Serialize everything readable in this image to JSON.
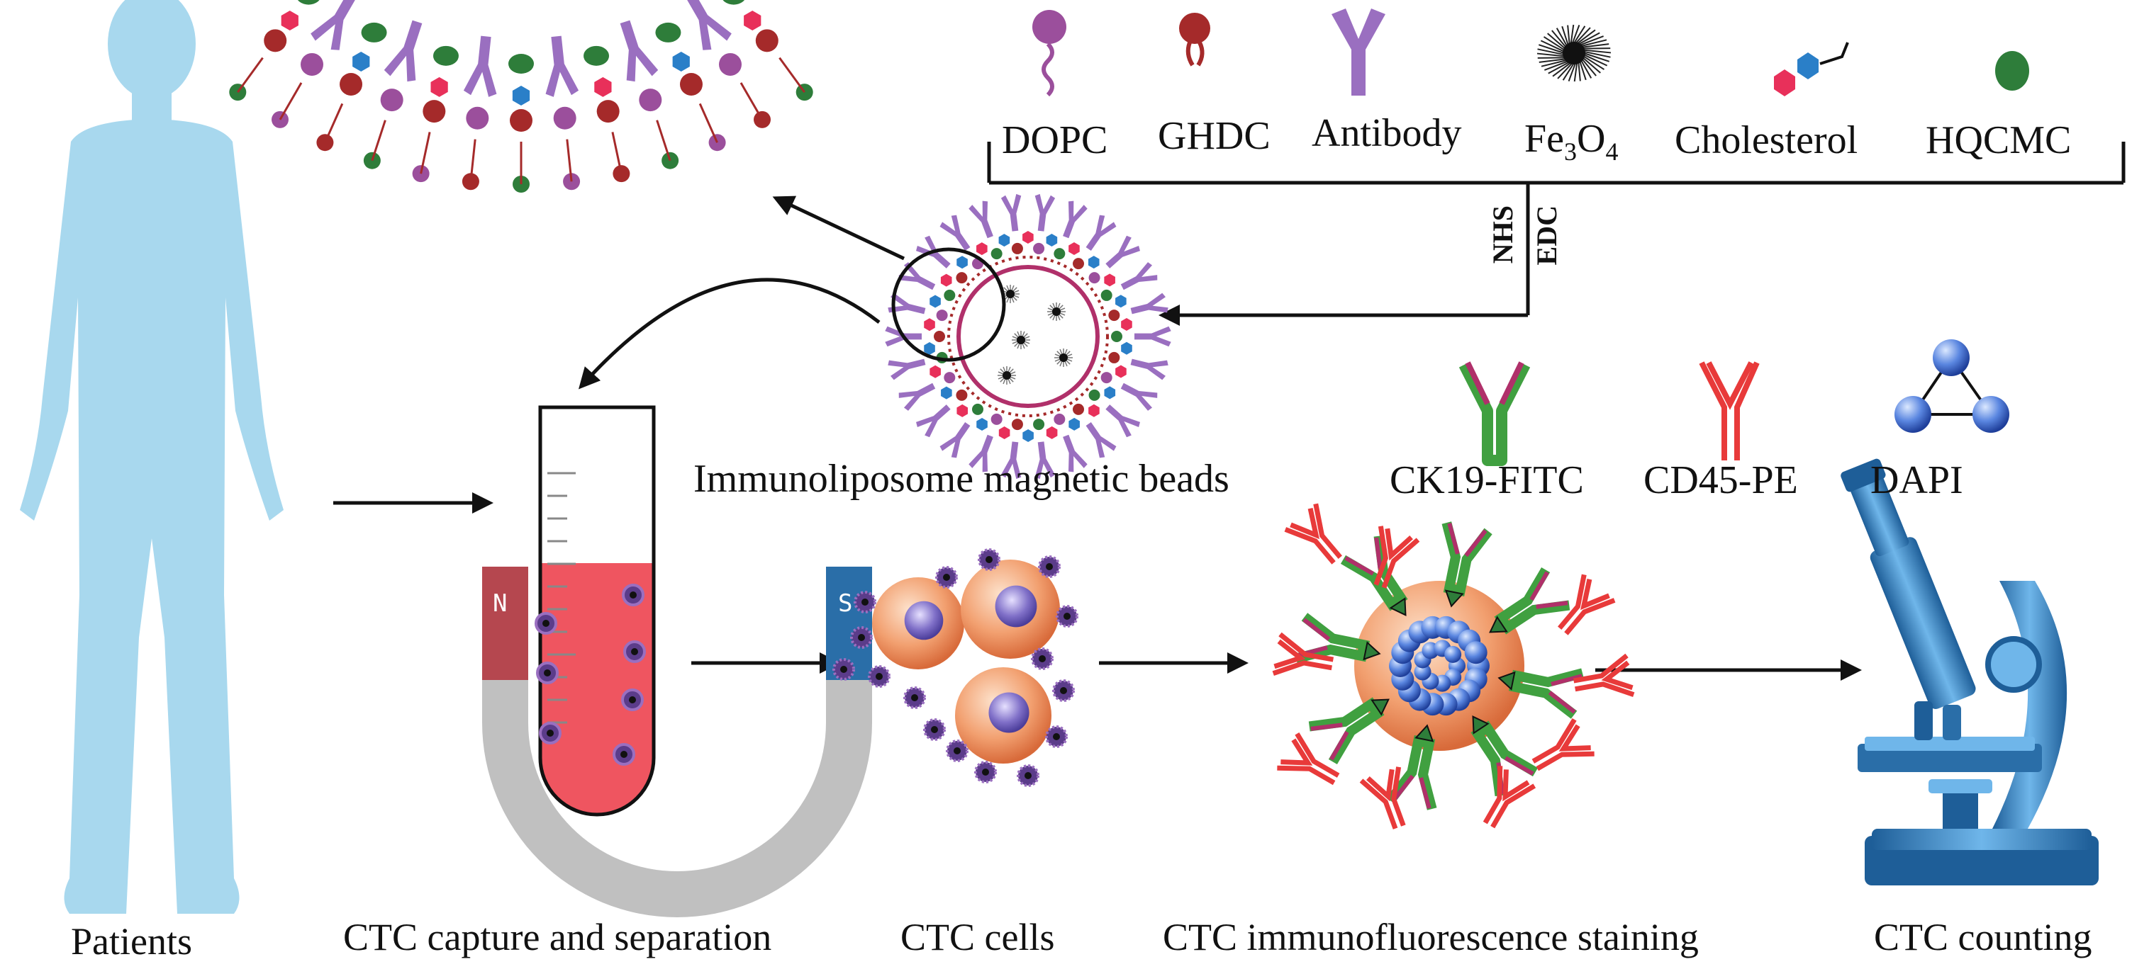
{
  "legend": {
    "dopc": "DOPC",
    "ghdc": "GHDC",
    "antibody": "Antibody",
    "fe3o4_main": "Fe",
    "fe3o4_sub3": "3",
    "fe3o4_o": "O",
    "fe3o4_sub4": "4",
    "cholesterol": "Cholesterol",
    "hqcmc": "HQCMC"
  },
  "reagents": {
    "nhs": "NHS",
    "edc": "EDC"
  },
  "beads_label": "Immunoliposome magnetic beads",
  "stains": {
    "ck19": "CK19-FITC",
    "cd45": "CD45-PE",
    "dapi": "DAPI"
  },
  "magnet": {
    "north": "N",
    "south": "S"
  },
  "steps": {
    "patients": "Patients",
    "capture": "CTC capture and separation",
    "cells": "CTC cells",
    "staining": "CTC immunofluorescence staining",
    "counting": "CTC counting"
  },
  "colors": {
    "body": "#a8d8ee",
    "dopc": "#9b4f9c",
    "ghdc": "#a52a2a",
    "antibody": "#9a6fc0",
    "cholesterol_red": "#e8305a",
    "cholesterol_blue": "#2a7fc8",
    "hqcmc": "#2e7d3a",
    "magnet_red": "#b5474f",
    "magnet_blue": "#2a6ea8",
    "magnet_grey": "#c0c0c0",
    "blood": "#ef5560",
    "cell_orange": "#f2a070",
    "nucleus": "#8070c8",
    "ck19": "#40a040",
    "cd45": "#e83a3a",
    "dapi": "#3e6fd0",
    "microscope": "#3a8fd0"
  }
}
